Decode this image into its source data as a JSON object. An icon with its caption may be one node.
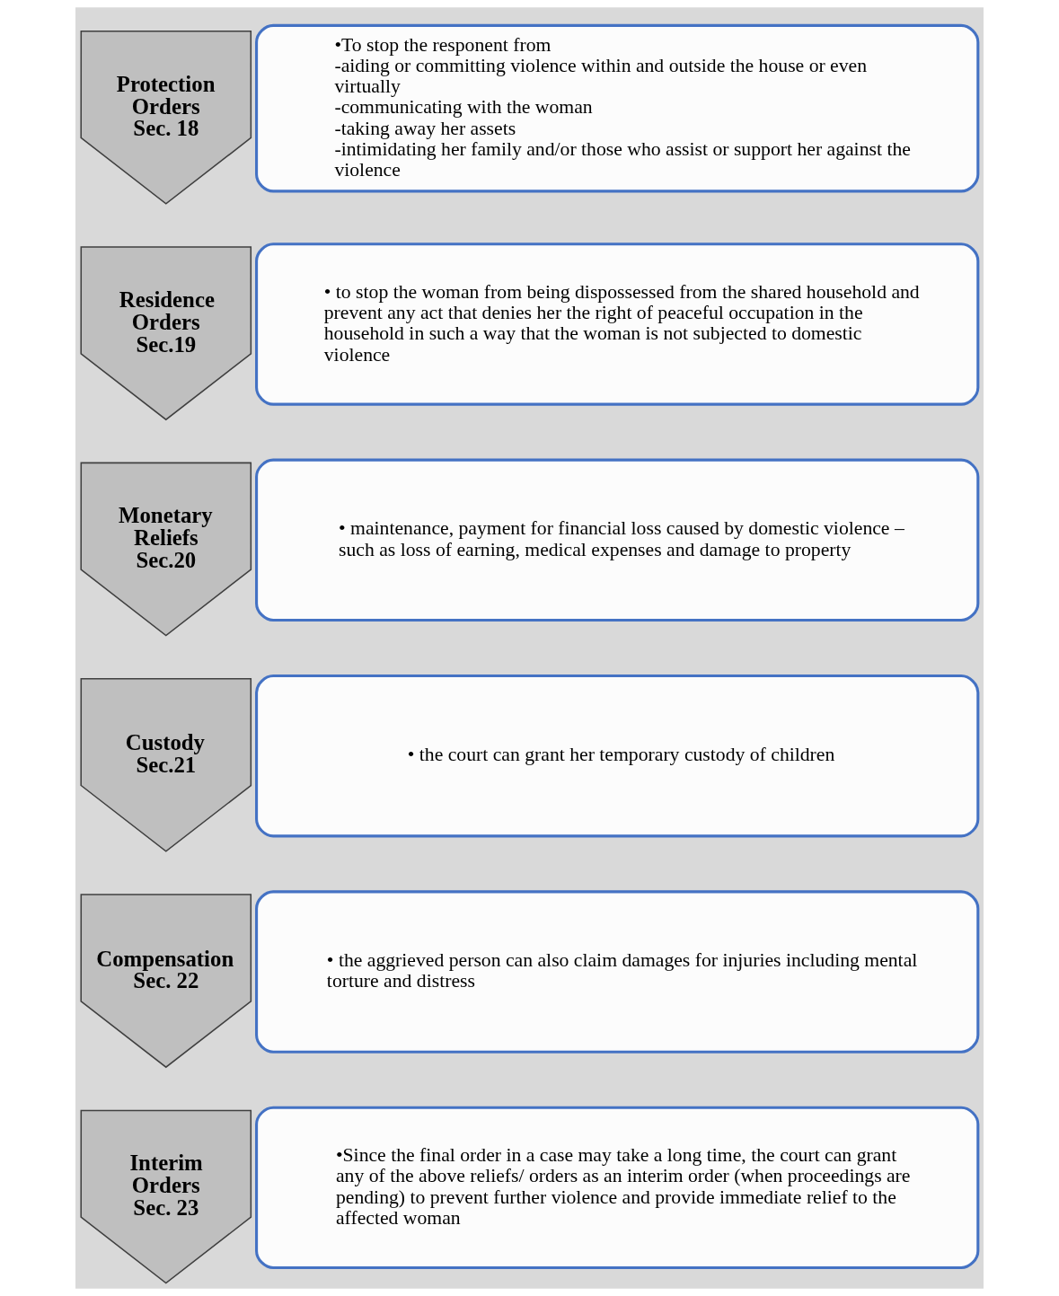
{
  "diagram": {
    "nodes": [
      {
        "text": [
          "Protection Orders",
          "Sec. 18"
        ]
      },
      {
        "text": [
          "•To stop the responent from",
          "-aiding or committing violence within and outside the house or even virtually",
          "-communicating with the woman",
          "-taking away her assets",
          "-intimidating her family and/or those who assist or support her against the violence"
        ]
      },
      {
        "text": [
          "Residence Orders",
          "Sec.19"
        ]
      },
      {
        "text": [
          "• to stop the woman from being dispossessed from the shared household and prevent any act that denies her the right of peaceful occupation in the household in such a way that the woman is not subjected to domestic violence"
        ]
      },
      {
        "text": [
          "Monetary Reliefs",
          "Sec.20"
        ]
      },
      {
        "text": [
          "• maintenance, payment for financial loss caused by domestic violence – such as loss of earning, medical expenses and damage to property"
        ]
      },
      {
        "text": [
          "Custody",
          "Sec.21"
        ]
      },
      {
        "text": [
          "• the court can grant her temporary custody of children"
        ]
      },
      {
        "text": [
          "Compensation",
          "Sec. 22"
        ]
      },
      {
        "text": [
          "• the aggrieved person can also claim damages for injuries including mental torture and distress"
        ]
      },
      {
        "text": [
          "Interim Orders",
          "Sec. 23"
        ]
      },
      {
        "text": [
          "•Since the final order in a case may take a long time, the court can grant any of the above reliefs/ orders as an interim order (when proceedings are pending) to prevent further violence and provide immediate relief to the affected woman"
        ]
      }
    ],
    "edges": []
  }
}
